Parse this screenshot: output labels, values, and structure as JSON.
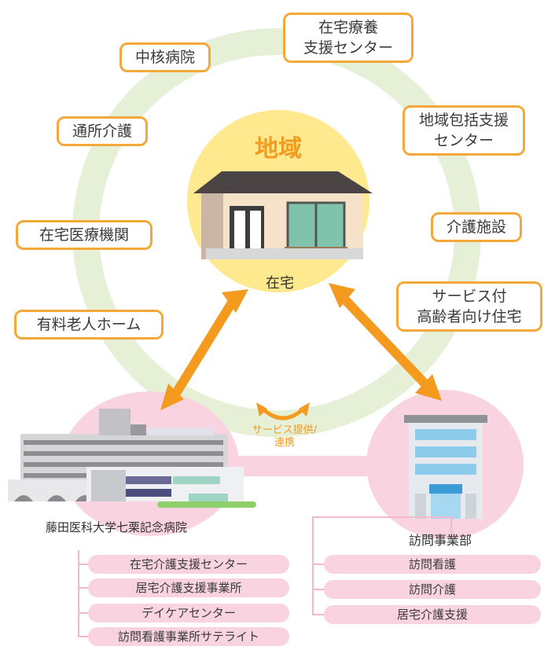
{
  "center": {
    "title": "地域",
    "home_label": "在宅"
  },
  "ring_labels": {
    "core_hospital": "中核病院",
    "home_care_center": "在宅療養\n支援センター",
    "day_care": "通所介護",
    "community_support_center": "地域包括支援\nセンター",
    "home_medical": "在宅医療機関",
    "care_facility": "介護施設",
    "elderly_housing": "サービス付\n高齢者向け住宅",
    "nursing_home": "有料老人ホーム"
  },
  "link_label": "サービス提供/\n連携",
  "hospital": {
    "name": "藤田医科大学七栗記念病院",
    "services": [
      "在宅介護支援センター",
      "居宅介護支援事業所",
      "デイケアセンター",
      "訪問看護事業所サテライト"
    ]
  },
  "visiting": {
    "name": "訪問事業部",
    "services": [
      "訪問看護",
      "訪問介護",
      "居宅介護支援"
    ]
  },
  "colors": {
    "accent": "#f39a1f",
    "pink": "#f9d3e0",
    "ring": "#e6f0d6",
    "center": "#ffe98e"
  }
}
